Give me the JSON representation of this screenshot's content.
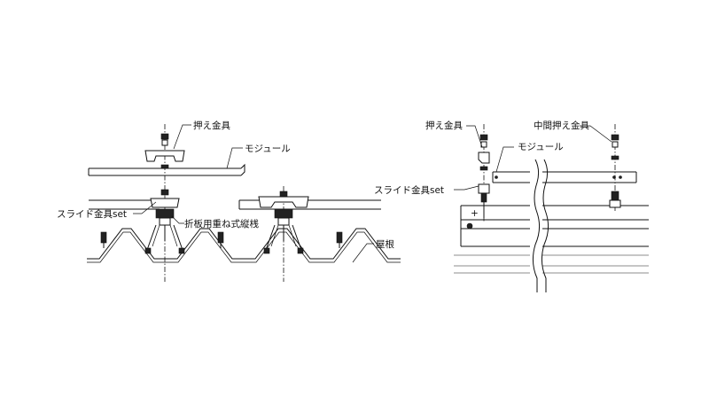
{
  "left_view": {
    "label_press_fitting": "押え金具",
    "label_module": "モジュール",
    "label_slide_fitting": "スライド金具set",
    "label_folded_plate": "折板用重ね式縦桟",
    "label_roof": "屋根"
  },
  "right_view": {
    "label_press_fitting": "押え金具",
    "label_middle_press_fitting": "中間押え金具",
    "label_module": "モジュール",
    "label_slide_fitting": "スライド金具set"
  }
}
